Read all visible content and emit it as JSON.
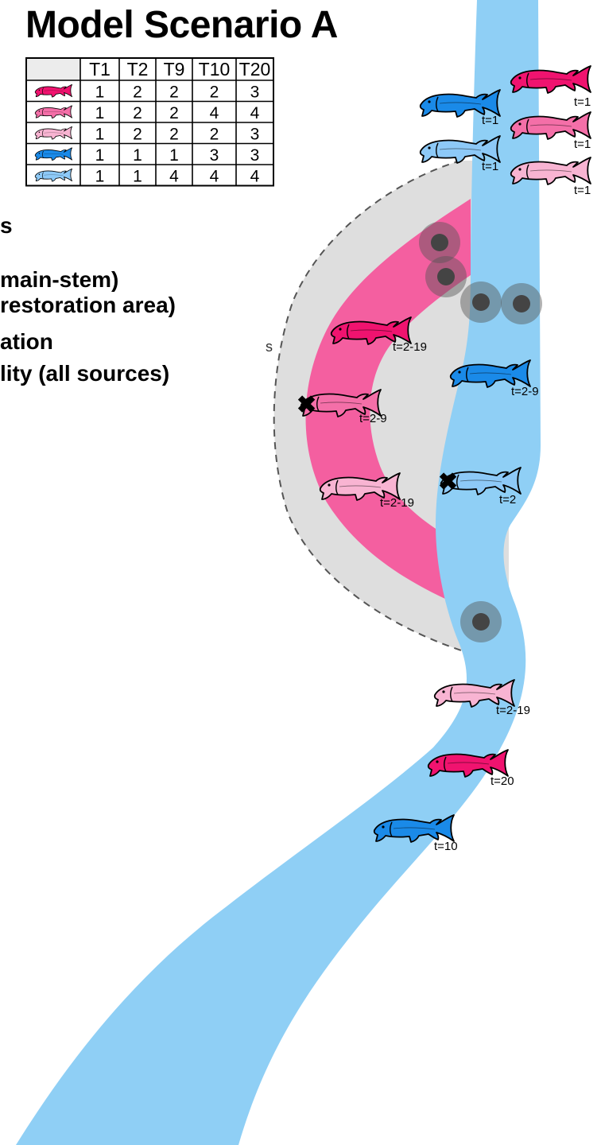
{
  "title": "Model Scenario A",
  "colors": {
    "river": "#8fcff5",
    "restoration_area": "#f45fa0",
    "buffer": "#dedede",
    "fish_dark_pink": "#f0136f",
    "fish_mid_pink": "#f46fa8",
    "fish_light_pink": "#f8b4d2",
    "fish_dark_blue": "#1a8ae8",
    "fish_light_blue": "#8dc9f7",
    "barrier": "#555555"
  },
  "legend_partial": {
    "line1": "s",
    "line2": "main-stem)",
    "line3": "restoration area)",
    "line4": "ation",
    "line5": "lity (all sources)"
  },
  "table": {
    "headers": [
      "",
      "T1",
      "T2",
      "T9",
      "T10",
      "T20"
    ],
    "rows": [
      {
        "icon": "dark-pink-fish-icon",
        "values": [
          "1",
          "2",
          "2",
          "2",
          "3"
        ]
      },
      {
        "icon": "mid-pink-fish-icon",
        "values": [
          "1",
          "2",
          "2",
          "4",
          "4"
        ]
      },
      {
        "icon": "light-pink-fish-icon",
        "values": [
          "1",
          "2",
          "2",
          "2",
          "3"
        ]
      },
      {
        "icon": "dark-blue-fish-icon",
        "values": [
          "1",
          "1",
          "1",
          "3",
          "3"
        ]
      },
      {
        "icon": "light-blue-fish-icon",
        "values": [
          "1",
          "1",
          "4",
          "4",
          "4"
        ]
      }
    ]
  },
  "fish_labels": {
    "top_dark_pink": "t=1",
    "top_dark_blue": "t=1",
    "top_mid_pink": "t=1",
    "top_light_blue": "t=1",
    "top_light_pink": "t=1",
    "side_dark_pink": "t=2-19",
    "side_mid_pink": "t=2-9",
    "side_light_pink": "t=2-19",
    "main_dark_blue": "t=2-9",
    "main_light_blue": "t=2",
    "down_light_pink": "t=2-19",
    "down_dark_pink": "t=20",
    "down_dark_blue": "t=10"
  },
  "stray_mark": "s"
}
